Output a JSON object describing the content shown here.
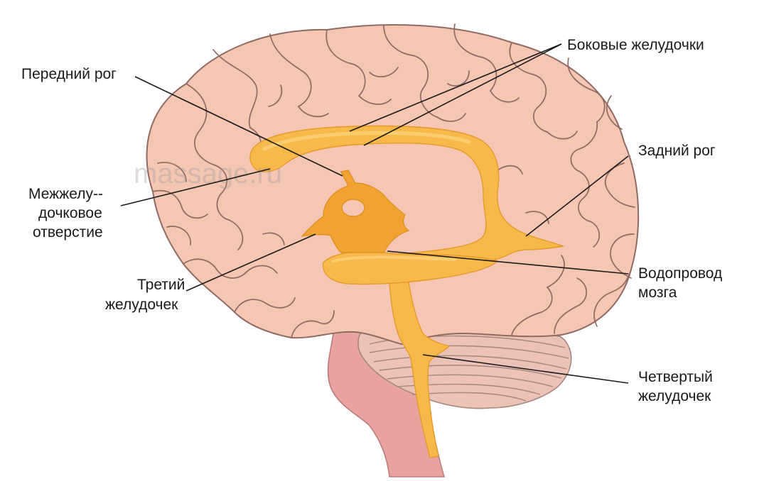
{
  "watermark": "massage.ru",
  "colors": {
    "cortex": "#f6c6b4",
    "cortex_outline": "#8f6a62",
    "cerebellum": "#ecc2b6",
    "brainstem": "#e8a2a0",
    "ventricle": "#f7b94a",
    "ventricle_dark": "#f0a331",
    "ventricle_highlight": "#fbd27b"
  },
  "labels": {
    "lateral_ventricles": "Боковые желудочки",
    "anterior_horn": "Передний рог",
    "posterior_horn": "Задний рог",
    "interventricular_foramen": [
      "Межжелу--",
      "дочковое",
      "отверстие"
    ],
    "third_ventricle": [
      "Третий",
      "желудочек"
    ],
    "cerebral_aqueduct": [
      "Водопровод",
      "мозга"
    ],
    "fourth_ventricle": [
      "Четвертый",
      "желудочек"
    ]
  }
}
